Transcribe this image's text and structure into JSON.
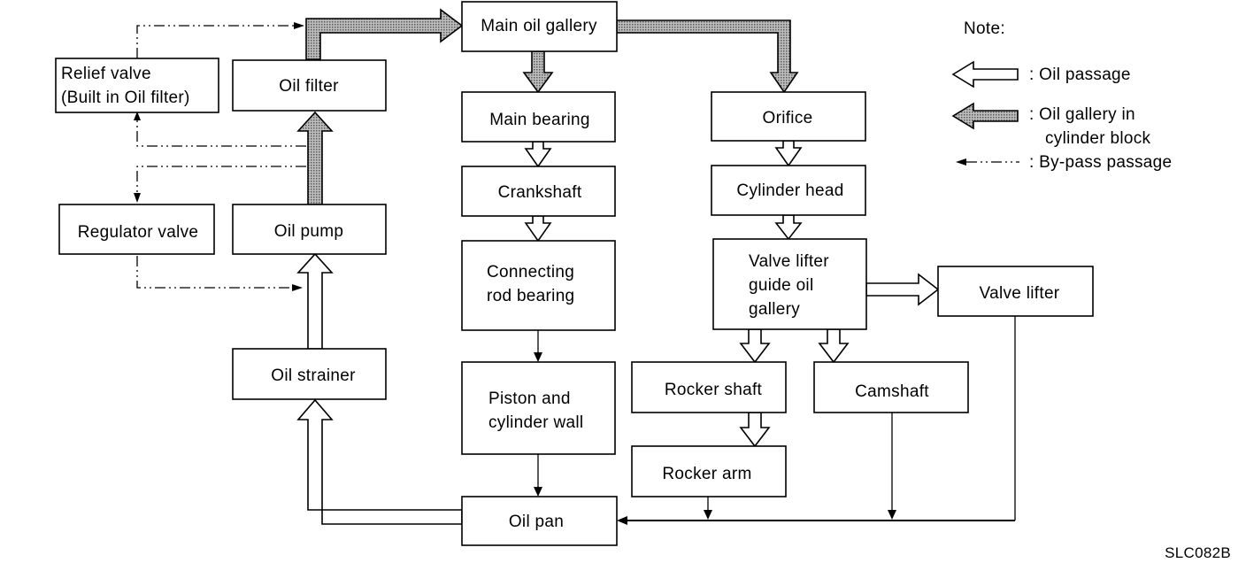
{
  "boxes": {
    "relief_valve": [
      "Relief valve",
      "(Built in Oil filter)"
    ],
    "oil_filter": "Oil filter",
    "regulator_valve": "Regulator valve",
    "oil_pump": "Oil pump",
    "oil_strainer": "Oil strainer",
    "main_oil_gallery": "Main oil gallery",
    "main_bearing": "Main bearing",
    "crankshaft": "Crankshaft",
    "connecting_rod_bearing": [
      "Connecting",
      "rod bearing"
    ],
    "piston_cylinder_wall": [
      "Piston and",
      "cylinder wall"
    ],
    "oil_pan": "Oil pan",
    "orifice": "Orifice",
    "cylinder_head": "Cylinder head",
    "valve_lifter_guide": [
      "Valve lifter",
      "guide oil",
      "gallery"
    ],
    "valve_lifter": "Valve lifter",
    "rocker_shaft": "Rocker shaft",
    "camshaft": "Camshaft",
    "rocker_arm": "Rocker arm"
  },
  "legend": {
    "title": "Note:",
    "oil_passage": ": Oil passage",
    "oil_gallery": [
      ": Oil gallery in",
      "cylinder block"
    ],
    "bypass": ": By-pass passage"
  },
  "code": "SLC082B",
  "colors": {
    "line": "#000000",
    "background": "#ffffff",
    "gallery_dots": "#808080"
  },
  "icons": {
    "oil_passage": "hollow-arrow-icon",
    "oil_gallery": "dotted-arrow-icon",
    "bypass": "dash-dot-arrow-icon"
  }
}
